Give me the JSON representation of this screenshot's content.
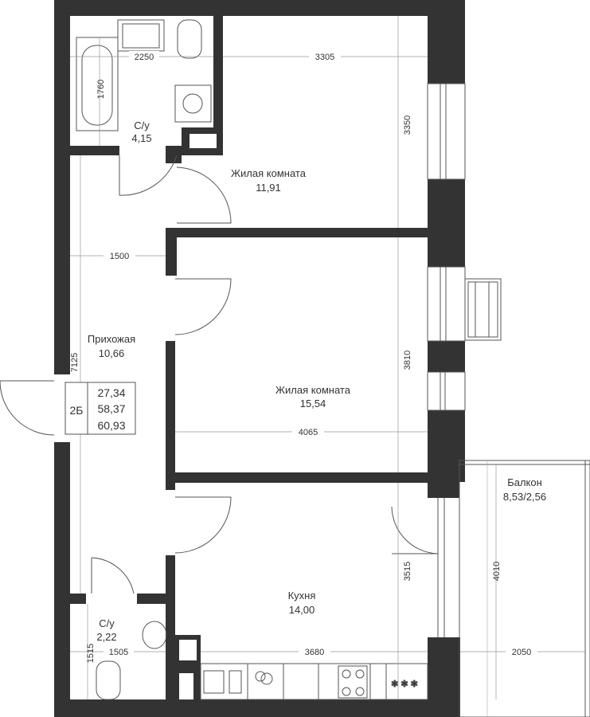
{
  "rooms": {
    "bath1": {
      "name": "С/у",
      "area": "4,15"
    },
    "living1": {
      "name": "Жилая комната",
      "area": "11,91"
    },
    "hall": {
      "name": "Прихожая",
      "area": "10,66"
    },
    "living2": {
      "name": "Жилая комната",
      "area": "15,54"
    },
    "kitchen": {
      "name": "Кухня",
      "area": "14,00"
    },
    "bath2": {
      "name": "С/у",
      "area": "2,22"
    },
    "balcony": {
      "name": "Балкон",
      "area": "8,53/2,56"
    }
  },
  "dimensions": {
    "bath1_width": "2250",
    "bath1_tub": "1760",
    "living1_width": "3305",
    "living1_depth": "3350",
    "hall_width": "1500",
    "hall_length": "7125",
    "living2_depth": "3810",
    "living2_width": "4065",
    "kitchen_depth": "3515",
    "kitchen_width": "3680",
    "balcony_depth": "4010",
    "balcony_width": "2050",
    "bath2_depth": "1515",
    "bath2_width": "1505"
  },
  "summary": {
    "type": "2Б",
    "living_area": "27,34",
    "total_area": "58,37",
    "total_with_balcony": "60,93"
  },
  "colors": {
    "wall": "#333333"
  }
}
